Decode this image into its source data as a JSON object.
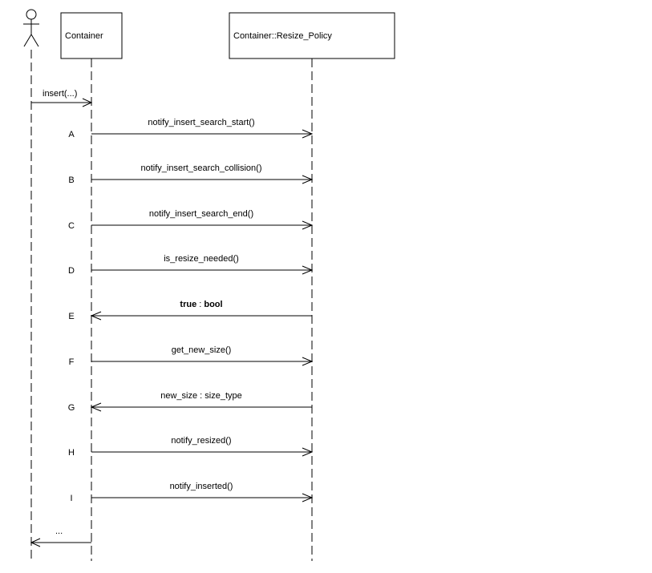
{
  "participants": {
    "container": "Container",
    "policy": "Container::Resize_Policy"
  },
  "initial_call": "insert(...)",
  "steps": [
    {
      "id": "A",
      "direction": "to-policy",
      "label": "notify_insert_search_start()"
    },
    {
      "id": "B",
      "direction": "to-policy",
      "label": "notify_insert_search_collision()"
    },
    {
      "id": "C",
      "direction": "to-policy",
      "label": "notify_insert_search_end()"
    },
    {
      "id": "D",
      "direction": "to-policy",
      "label": "is_resize_needed()"
    },
    {
      "id": "E",
      "direction": "to-container",
      "label_bold": "true",
      "label_sep": " : ",
      "label_type": "bool"
    },
    {
      "id": "F",
      "direction": "to-policy",
      "label": "get_new_size()"
    },
    {
      "id": "G",
      "direction": "to-container",
      "label": "new_size : size_type"
    },
    {
      "id": "H",
      "direction": "to-policy",
      "label": "notify_resized()"
    },
    {
      "id": "I",
      "direction": "to-policy",
      "label": "notify_inserted()"
    }
  ],
  "final_return": "..."
}
